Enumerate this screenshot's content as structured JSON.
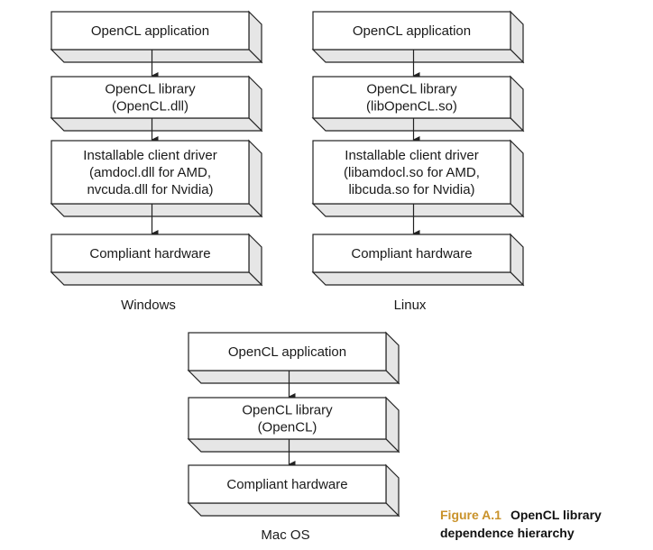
{
  "colors": {
    "box_fill": "#ffffff",
    "box_side": "#e6e6e6",
    "stroke": "#222222",
    "figure_number": "#c9922a"
  },
  "stacks": [
    {
      "os": "Windows",
      "layers": [
        {
          "lines": [
            "OpenCL application"
          ]
        },
        {
          "lines": [
            "OpenCL library",
            "(OpenCL.dll)"
          ]
        },
        {
          "lines": [
            "Installable client driver",
            "(amdocl.dll for AMD,",
            "nvcuda.dll for Nvidia)"
          ]
        },
        {
          "lines": [
            "Compliant hardware"
          ]
        }
      ]
    },
    {
      "os": "Linux",
      "layers": [
        {
          "lines": [
            "OpenCL application"
          ]
        },
        {
          "lines": [
            "OpenCL library",
            "(libOpenCL.so)"
          ]
        },
        {
          "lines": [
            "Installable client driver",
            "(libamdocl.so for AMD,",
            "libcuda.so for Nvidia)"
          ]
        },
        {
          "lines": [
            "Compliant hardware"
          ]
        }
      ]
    },
    {
      "os": "Mac OS",
      "layers": [
        {
          "lines": [
            "OpenCL application"
          ]
        },
        {
          "lines": [
            "OpenCL library",
            "(OpenCL)"
          ]
        },
        {
          "lines": [
            "Compliant hardware"
          ]
        }
      ]
    }
  ],
  "caption": {
    "number": "Figure A.1",
    "text": "OpenCL library dependence hierarchy"
  }
}
